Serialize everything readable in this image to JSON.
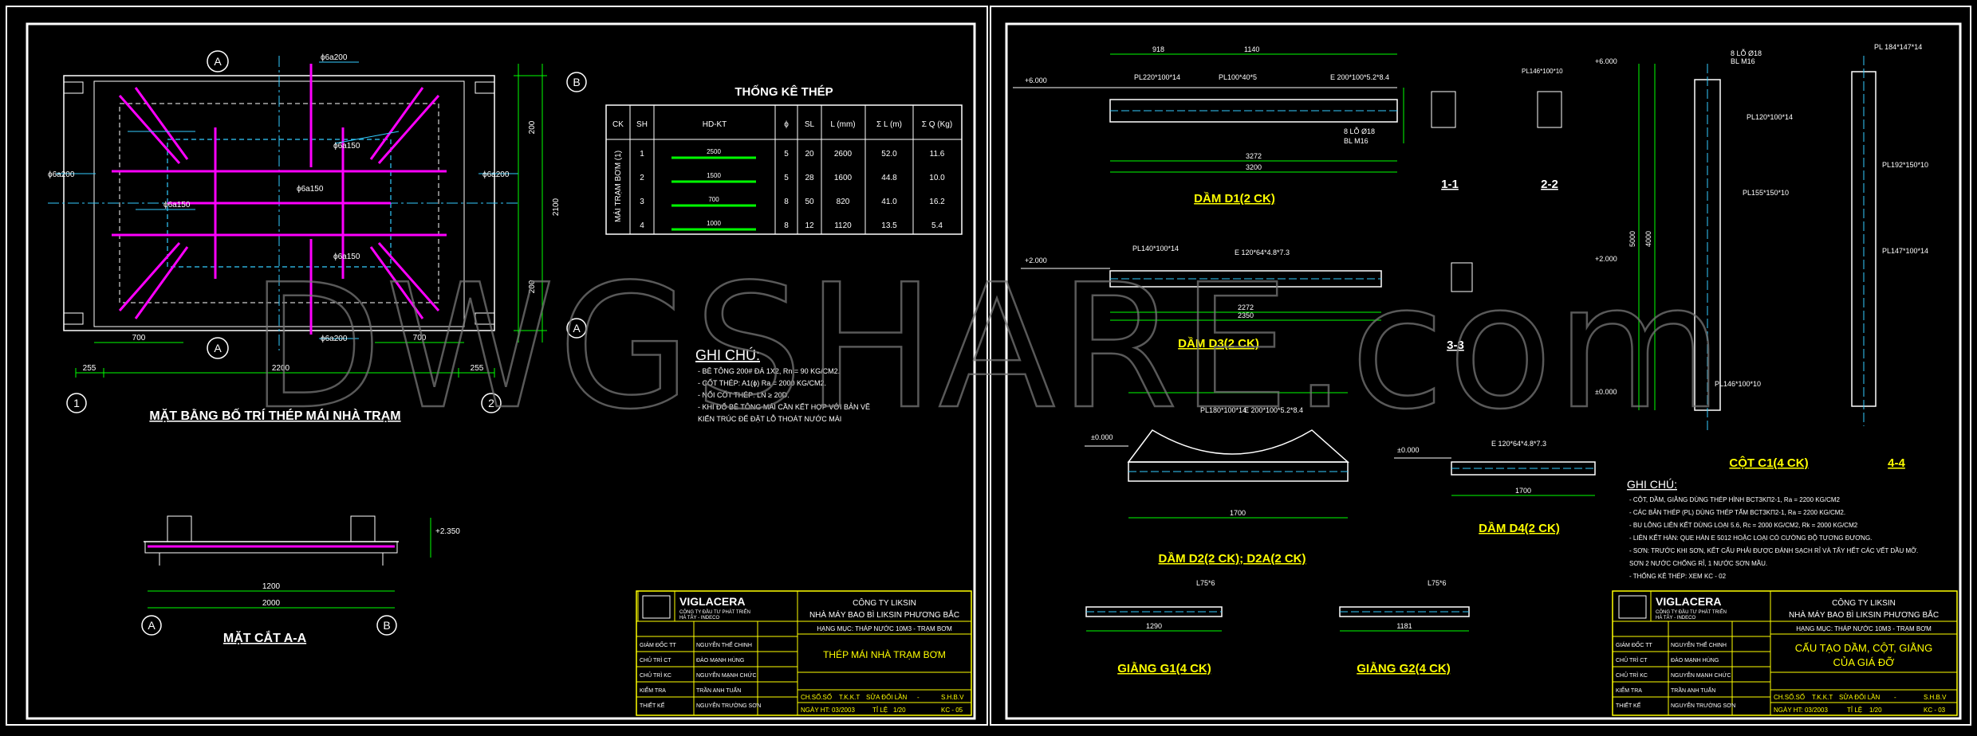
{
  "watermark": "DWGSHARE.com",
  "sheet_left": {
    "plan_title": "MẶT BẰNG BỐ TRÍ THÉP MÁI NHÀ TRẠM",
    "section_title": "MẶT CẮT A-A",
    "marker_a": "A",
    "marker_b": "B",
    "marker_1": "1",
    "marker_2": "2",
    "rebar_labels": [
      "ϕ6a200",
      "ϕ6a150",
      "ϕ6a150",
      "ϕ6a200",
      "ϕ6a200",
      "ϕ6a150",
      "ϕ6a150",
      "ϕ6a200"
    ],
    "dims": {
      "d2200": "2200",
      "d255a": "255",
      "d255b": "255",
      "d700a": "700",
      "d700b": "700",
      "d200a": "200",
      "d200b": "200",
      "d2100": "2100",
      "d1200": "1200",
      "d2000": "2000",
      "elev": "+2.350"
    },
    "table": {
      "title": "THỐNG KÊ THÉP",
      "headers": [
        "CK",
        "SH",
        "HD-KT",
        "ϕ",
        "SL",
        "L (mm)",
        "Σ L (m)",
        "Σ Q (Kg)"
      ],
      "group_label": "MÁI TRẠM BƠM (1)",
      "rows": [
        {
          "sh": "1",
          "hd": "2500",
          "phi": "5",
          "sl": "20",
          "l": "2600",
          "sl_m": "52.0",
          "q": "11.6"
        },
        {
          "sh": "2",
          "hd": "1500",
          "phi": "5",
          "sl": "28",
          "l": "1600",
          "sl_m": "44.8",
          "q": "10.0"
        },
        {
          "sh": "3",
          "hd": "700",
          "phi": "8",
          "sl": "50",
          "l": "820",
          "sl_m": "41.0",
          "q": "16.2"
        },
        {
          "sh": "4",
          "hd": "1000",
          "phi": "8",
          "sl": "12",
          "l": "1120",
          "sl_m": "13.5",
          "q": "5.4"
        }
      ]
    },
    "notes": {
      "title": "GHI CHÚ:",
      "lines": [
        "- BÊ TÔNG 200# ĐÁ 1X2, Rn = 90 KG/CM2.",
        "- CỐT THÉP: A1(ϕ) Ra = 2000 KG/CM2.",
        "- NỐI CỐT THÉP: LN ≥ 20D.",
        "- KHI ĐỔ BÊ TÔNG MÁI CẦN KẾT HỢP VỚI BẢN VẼ",
        "KIẾN TRÚC ĐỂ ĐẶT LỖ THOÁT NƯỚC MÁI"
      ]
    },
    "titleblock": {
      "brand": "VIGLACERA",
      "brand_sub1": "CÔNG TY ĐẦU TƯ PHÁT TRIỂN",
      "brand_sub2": "HÀ TÂY - INDECO",
      "company": "CÔNG TY LIKSIN",
      "project": "NHÀ MÁY BAO BÌ LIKSIN PHƯƠNG BẮC",
      "item": "HẠNG MỤC: THÁP NƯỚC 10M3 - TRẠM BƠM",
      "drawing": "THÉP MÁI NHÀ TRẠM BƠM",
      "roles": [
        "GIÁM ĐỐC TT",
        "CHỦ TRÌ CT",
        "CHỦ TRÌ KC",
        "KIỂM TRA",
        "THIẾT KẾ"
      ],
      "names": [
        "NGUYỄN THẾ CHINH",
        "ĐÀO MẠNH HÙNG",
        "NGUYỄN MẠNH CHỨC",
        "TRẦN ANH TUẤN",
        "NGUYỄN TRƯỜNG SƠN"
      ],
      "ch_label": "CH.SỐ.SỐ",
      "phase": "T.K.K.T",
      "rev": "SỬA ĐỔI LẦN",
      "dash": "-",
      "shbv": "S.H.B.V",
      "date": "NGÀY HT: 03/2003",
      "scale": "TỈ LỆ",
      "scale_val": "1/20",
      "sheet": "KC - 05"
    }
  },
  "sheet_right": {
    "titles": {
      "d1": "DẦM D1(2 CK)",
      "d3": "DẦM D3(2 CK)",
      "d2": "DẦM D2(2 CK); D2A(2 CK)",
      "d4": "DẦM D4(2 CK)",
      "g1": "GIẰNG G1(4 CK)",
      "g2": "GIẰNG G2(4 CK)",
      "c1": "CỘT C1(4 CK)",
      "s11": "1-1",
      "s22": "2-2",
      "s33": "3-3",
      "s44": "4-4"
    },
    "labels": {
      "pl220": "PL220*100*14",
      "pl100": "PL100*40*5",
      "e200": "E 200*100*5.2*8.4",
      "pl140": "PL140*100*14",
      "e120": "E 120*64*4.8*7.3",
      "pl180": "PL180*100*14",
      "pl120": "PL120*100*14",
      "pl155": "PL155*150*10",
      "pl146": "PL146*100*10",
      "pl184": "PL 184*147*14",
      "plg": "PL192*150*10",
      "pl147": "PL147*100*14",
      "lo18": "8 LỖ Ø18",
      "bl16": "BL M16",
      "l75": "L75*6",
      "plate": "PL 184*147*14"
    },
    "dims": {
      "r3272": "3272",
      "r3200": "3200",
      "r2272": "2272",
      "r2350": "2350",
      "r1700": "1700",
      "r1290": "1290",
      "r1181": "1181",
      "r1140": "1140",
      "r918": "918",
      "r4000": "4000",
      "r5000": "5000",
      "elev0": "±0.000",
      "elev2": "+2.000",
      "elev6": "+6.000"
    },
    "notes": {
      "title": "GHI CHÚ:",
      "lines": [
        "- CỘT, DẦM, GIẰNG DÙNG THÉP HÌNH BCT3KП2-1, Ra = 2200 KG/CM2",
        "- CÁC BẢN THÉP (PL) DÙNG THÉP TẤM BCT3KП2-1, Ra = 2200 KG/CM2.",
        "- BU LÔNG LIÊN KẾT DÙNG LOẠI 5.6, Rc = 2000 KG/CM2, Rk = 2000 KG/CM2",
        "- LIÊN KẾT HÀN: QUE HÀN E 5012 HOẶC LOẠI CÓ CƯỜNG ĐỘ TƯƠNG ĐƯƠNG.",
        "- SƠN: TRƯỚC KHI SƠN, KẾT CẤU PHẢI ĐƯỢC ĐÁNH SẠCH RỈ VÀ TẨY HẾT CÁC VẾT DẦU MỠ.",
        "SƠN 2 NƯỚC CHỐNG RỈ, 1 NƯỚC SƠN MẦU.",
        "- THỐNG KÊ THÉP: XEM KC - 02"
      ]
    },
    "titleblock": {
      "brand": "VIGLACERA",
      "brand_sub1": "CÔNG TY ĐẦU TƯ PHÁT TRIỂN",
      "brand_sub2": "HÀ TÂY - INDECO",
      "company": "CÔNG TY LIKSIN",
      "project": "NHÀ MÁY BAO BÌ LIKSIN PHƯƠNG BẮC",
      "item": "HẠNG MỤC: THÁP NƯỚC 10M3 - TRẠM BƠM",
      "drawing1": "CẤU TẠO DẦM, CỘT, GIẰNG",
      "drawing2": "CỦA GIÁ ĐỠ",
      "roles": [
        "GIÁM ĐỐC TT",
        "CHỦ TRÌ CT",
        "CHỦ TRÌ KC",
        "KIỂM TRA",
        "THIẾT KẾ"
      ],
      "names": [
        "NGUYỄN THẾ CHINH",
        "ĐÀO MẠNH HÙNG",
        "NGUYỄN MẠNH CHỨC",
        "TRẦN ANH TUẤN",
        "NGUYỄN TRƯỜNG SƠN"
      ],
      "ch_label": "CH.SỐ.SỐ",
      "phase": "T.K.K.T",
      "rev": "SỬA ĐỔI LẦN",
      "dash": "-",
      "shbv": "S.H.B.V",
      "date": "NGÀY HT: 03/2003",
      "scale": "TỈ LỆ",
      "scale_val": "1/20",
      "sheet": "KC - 03"
    }
  }
}
